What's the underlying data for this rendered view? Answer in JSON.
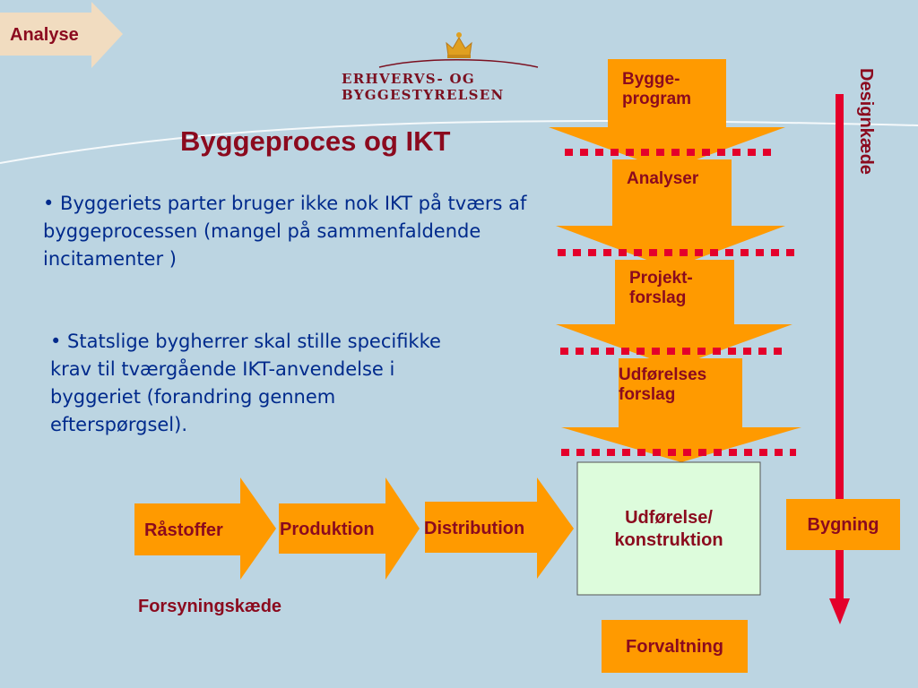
{
  "nav": {
    "section_label": "Analyse"
  },
  "header": {
    "org_name": "Erhvervs- og Byggestyrelsen"
  },
  "slide": {
    "title": "Byggeproces og IKT",
    "bullets": [
      "• Byggeriets parter bruger ikke nok IKT på tværs af byggeprocessen (mangel på sammenfaldende incitamenter )",
      "• Statslige bygherrer skal stille specifikke krav til tværgående IKT-anvendelse i byggeriet (forandring gennem efterspørgsel)."
    ]
  },
  "design_chain": {
    "label": "Designkæde",
    "steps": [
      "Bygge-\nprogram",
      "Analyser",
      "Projekt-\nforslag",
      "Udførelses\nforslag"
    ]
  },
  "supply_chain": {
    "label": "Forsyningskæde",
    "steps": [
      "Råstoffer",
      "Produktion",
      "Distribution"
    ]
  },
  "execution": {
    "label": "Udførelse/\nkonstruktion"
  },
  "outputs": {
    "building": "Bygning",
    "management": "Forvaltning"
  },
  "colors": {
    "background": "#bcd5e2",
    "arrow_orange": "#ff9a00",
    "label_red": "#8b0a1e",
    "text_blue": "#002a8c",
    "dotted_red": "#e4002b",
    "execution_fill": "#ddfcdc"
  }
}
